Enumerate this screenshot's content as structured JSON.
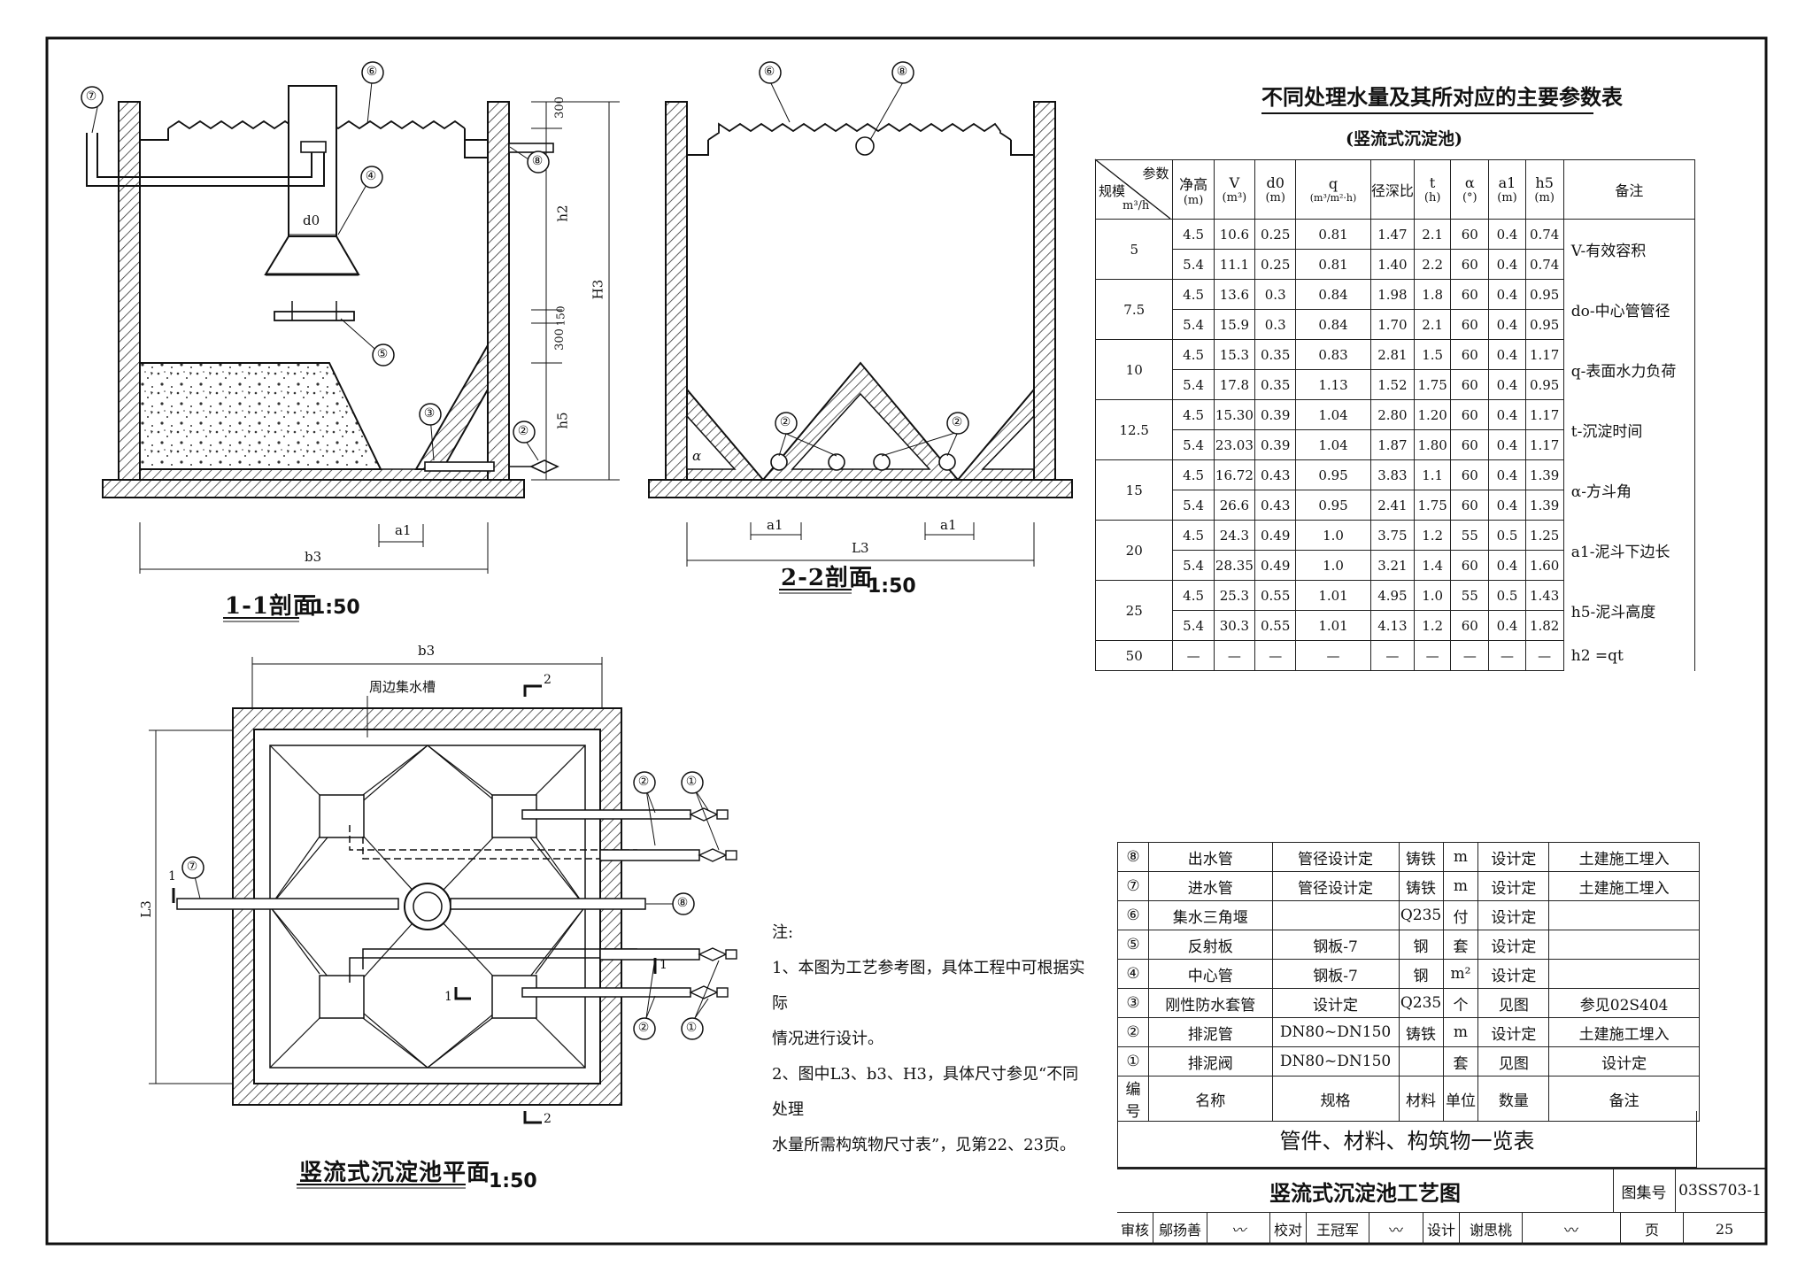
{
  "section_1_1": {
    "title": "1-1剖面",
    "scale": "1:50",
    "dims": {
      "d0": "d0",
      "h2": "h2",
      "H3": "H3",
      "h5": "h5",
      "d300a": "300",
      "d300b": "300",
      "d150": "150",
      "a1": "a1",
      "b3": "b3"
    },
    "callouts": [
      "⑦",
      "⑥",
      "④",
      "⑤",
      "⑧",
      "③",
      "②"
    ]
  },
  "section_2_2": {
    "title": "2-2剖面",
    "scale": "1:50",
    "dims": {
      "a1_left": "a1",
      "a1_right": "a1",
      "L3": "L3",
      "alpha": "α"
    },
    "callouts": [
      "⑥",
      "⑧",
      "②",
      "②"
    ]
  },
  "plan": {
    "title": "竖流式沉淀池平面",
    "scale": "1:50",
    "trough_label": "周边集水槽",
    "dims": {
      "b3": "b3",
      "L3": "L3"
    },
    "cut_marks": {
      "top": "2",
      "bottom": "2",
      "left": "1",
      "bottom_left": "1",
      "right": "1"
    },
    "callouts": [
      "②",
      "①",
      "⑦",
      "⑧",
      "②",
      "①"
    ]
  },
  "param_table": {
    "title": "不同处理水量及其所对应的主要参数表",
    "subtitle": "(竖流式沉淀池)",
    "corner_top": "参数",
    "corner_bottom": "规模",
    "corner_unit": "m³/h",
    "headers": [
      {
        "name": "净高",
        "unit": "(m)"
      },
      {
        "name": "V",
        "unit": "(m³)"
      },
      {
        "name": "d0",
        "unit": "(m)"
      },
      {
        "name": "q",
        "unit": "(m³/m²·h)"
      },
      {
        "name": "径深比",
        "unit": ""
      },
      {
        "name": "t",
        "unit": "(h)"
      },
      {
        "name": "α",
        "unit": "(°)"
      },
      {
        "name": "a1",
        "unit": "(m)"
      },
      {
        "name": "h5",
        "unit": "(m)"
      }
    ],
    "remark_header": "备注",
    "groups": [
      {
        "scale": "5",
        "rows": [
          [
            "4.5",
            "10.6",
            "0.25",
            "0.81",
            "1.47",
            "2.1",
            "60",
            "0.4",
            "0.74"
          ],
          [
            "5.4",
            "11.1",
            "0.25",
            "0.81",
            "1.40",
            "2.2",
            "60",
            "0.4",
            "0.74"
          ]
        ],
        "remark": "V-有效容积"
      },
      {
        "scale": "7.5",
        "rows": [
          [
            "4.5",
            "13.6",
            "0.3",
            "0.84",
            "1.98",
            "1.8",
            "60",
            "0.4",
            "0.95"
          ],
          [
            "5.4",
            "15.9",
            "0.3",
            "0.84",
            "1.70",
            "2.1",
            "60",
            "0.4",
            "0.95"
          ]
        ],
        "remark": "do-中心管管径"
      },
      {
        "scale": "10",
        "rows": [
          [
            "4.5",
            "15.3",
            "0.35",
            "0.83",
            "2.81",
            "1.5",
            "60",
            "0.4",
            "1.17"
          ],
          [
            "5.4",
            "17.8",
            "0.35",
            "1.13",
            "1.52",
            "1.75",
            "60",
            "0.4",
            "0.95"
          ]
        ],
        "remark": "q-表面水力负荷"
      },
      {
        "scale": "12.5",
        "rows": [
          [
            "4.5",
            "15.30",
            "0.39",
            "1.04",
            "2.80",
            "1.20",
            "60",
            "0.4",
            "1.17"
          ],
          [
            "5.4",
            "23.03",
            "0.39",
            "1.04",
            "1.87",
            "1.80",
            "60",
            "0.4",
            "1.17"
          ]
        ],
        "remark": "t-沉淀时间"
      },
      {
        "scale": "15",
        "rows": [
          [
            "4.5",
            "16.72",
            "0.43",
            "0.95",
            "3.83",
            "1.1",
            "60",
            "0.4",
            "1.39"
          ],
          [
            "5.4",
            "26.6",
            "0.43",
            "0.95",
            "2.41",
            "1.75",
            "60",
            "0.4",
            "1.39"
          ]
        ],
        "remark": "α-方斗角"
      },
      {
        "scale": "20",
        "rows": [
          [
            "4.5",
            "24.3",
            "0.49",
            "1.0",
            "3.75",
            "1.2",
            "55",
            "0.5",
            "1.25"
          ],
          [
            "5.4",
            "28.35",
            "0.49",
            "1.0",
            "3.21",
            "1.4",
            "60",
            "0.4",
            "1.60"
          ]
        ],
        "remark": "a1-泥斗下边长"
      },
      {
        "scale": "25",
        "rows": [
          [
            "4.5",
            "25.3",
            "0.55",
            "1.01",
            "4.95",
            "1.0",
            "55",
            "0.5",
            "1.43"
          ],
          [
            "5.4",
            "30.3",
            "0.55",
            "1.01",
            "4.13",
            "1.2",
            "60",
            "0.4",
            "1.82"
          ]
        ],
        "remark": "h5-泥斗高度"
      },
      {
        "scale": "50",
        "rows": [
          [
            "—",
            "—",
            "—",
            "—",
            "—",
            "—",
            "—",
            "—",
            "—"
          ]
        ],
        "remark": "h2 =qt"
      }
    ]
  },
  "notes": {
    "heading": "注:",
    "lines": [
      "1、本图为工艺参考图，具体工程中可根据实际",
      "情况进行设计。",
      "2、图中L3、b3、H3，具体尺寸参见“不同处理",
      "水量所需构筑物尺寸表”，见第22、23页。"
    ]
  },
  "materials": {
    "rows": [
      [
        "⑧",
        "出水管",
        "管径设计定",
        "铸铁",
        "m",
        "设计定",
        "土建施工埋入"
      ],
      [
        "⑦",
        "进水管",
        "管径设计定",
        "铸铁",
        "m",
        "设计定",
        "土建施工埋入"
      ],
      [
        "⑥",
        "集水三角堰",
        "",
        "Q235",
        "付",
        "设计定",
        ""
      ],
      [
        "⑤",
        "反射板",
        "钢板-7",
        "钢",
        "套",
        "设计定",
        ""
      ],
      [
        "④",
        "中心管",
        "钢板-7",
        "钢",
        "m²",
        "设计定",
        ""
      ],
      [
        "③",
        "刚性防水套管",
        "设计定",
        "Q235",
        "个",
        "见图",
        "参见02S404"
      ],
      [
        "②",
        "排泥管",
        "DN80~DN150",
        "铸铁",
        "m",
        "设计定",
        "土建施工埋入"
      ],
      [
        "①",
        "排泥阀",
        "DN80~DN150",
        "",
        "套",
        "见图",
        "设计定"
      ]
    ],
    "header": [
      "编号",
      "名称",
      "规格",
      "材料",
      "单位",
      "数量",
      "备注"
    ],
    "caption": "管件、材料、构筑物一览表"
  },
  "title_block": {
    "drawing_title": "竖流式沉淀池工艺图",
    "atlas_label": "图集号",
    "atlas_no": "03SS703-1",
    "review_label": "审核",
    "reviewer": "鄔扬善",
    "check_label": "校对",
    "checker": "王冠军",
    "design_label": "设计",
    "designer": "谢思桃",
    "page_label": "页",
    "page_no": "25"
  }
}
